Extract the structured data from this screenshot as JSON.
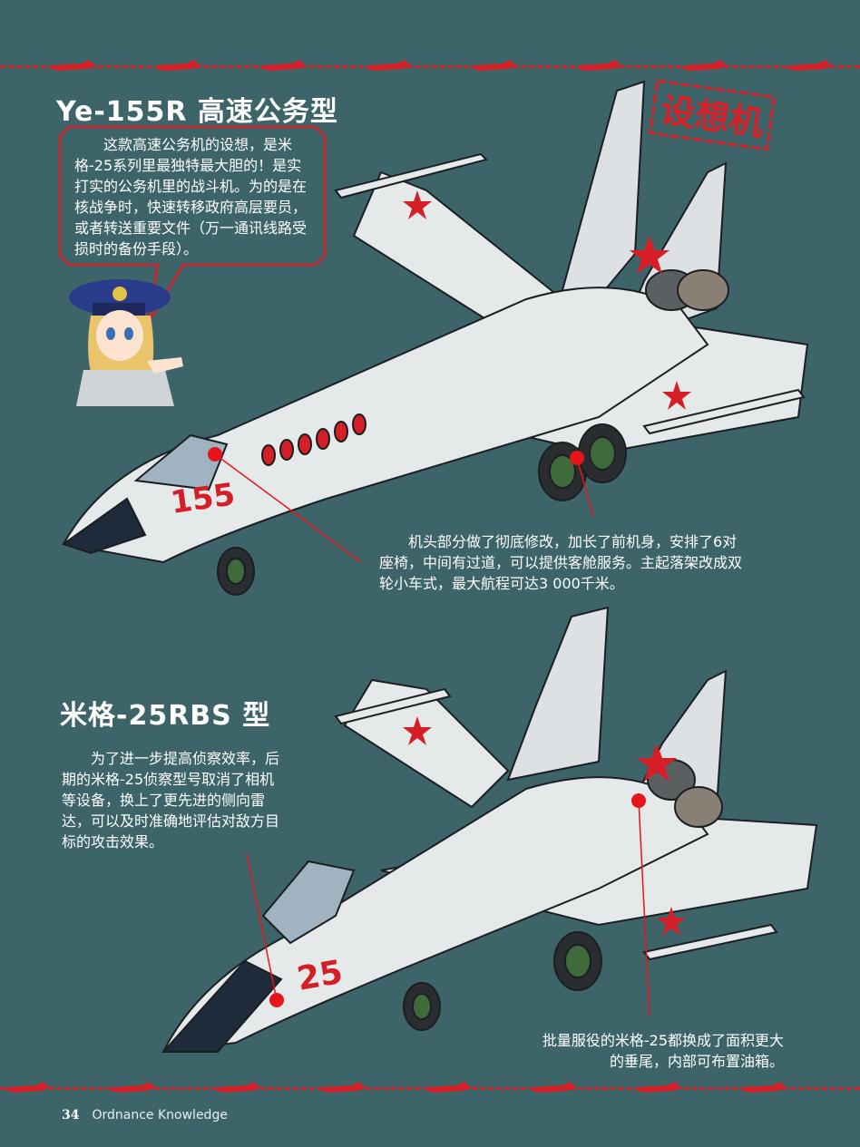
{
  "section1": {
    "title": "Ye-155R 高速公务型",
    "bubble_text": "这款高速公务机的设想，是米格-25系列里最独特最大胆的！是实打实的公务机里的战斗机。为的是在核战争时，快速转移政府高层要员，或者转送重要文件（万一通讯线路受损时的备份手段）。",
    "stamp": "设想机",
    "aircraft_number": "155",
    "callout": "机头部分做了彻底修改，加长了前机身，安排了6对座椅，中间有过道，可以提供客舱服务。主起落架改成双轮小车式，最大航程可达3 000千米。"
  },
  "section2": {
    "title": "米格-25RBS 型",
    "description": "为了进一步提高侦察效率，后期的米格-25侦察型号取消了相机等设备，换上了更先进的侧向雷达，可以及时准确地评估对敌方目标的攻击效果。",
    "aircraft_number": "25",
    "callout": "批量服役的米格-25都换成了面积更大的垂尾，内部可布置油箱。"
  },
  "footer": {
    "page_number": "34",
    "publication": "Ordnance Knowledge"
  },
  "colors": {
    "background": "#3d6569",
    "accent_red": "#d31f25",
    "text": "#ffffff",
    "aircraft_body": "#e6e9ea"
  }
}
